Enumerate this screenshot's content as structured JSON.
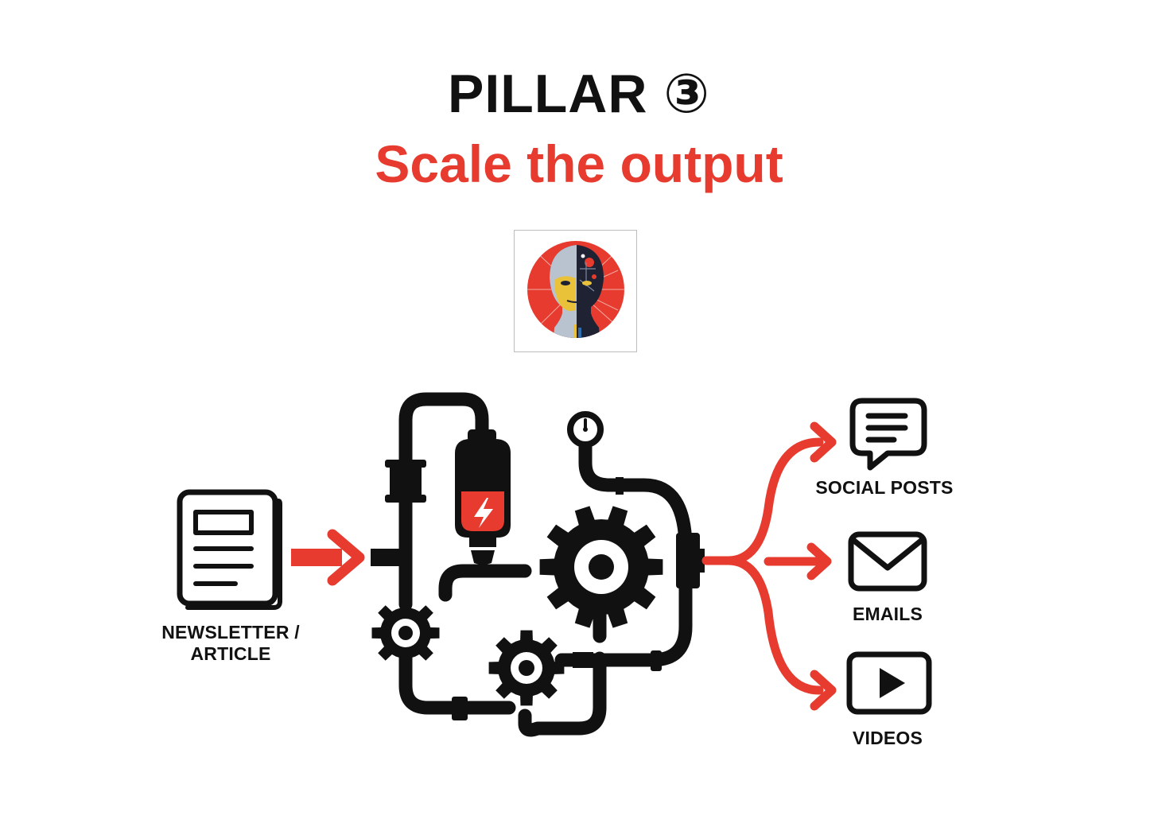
{
  "header": {
    "title": "PILLAR ③",
    "subtitle": "Scale the output"
  },
  "logo": {
    "icon": "ai-face-portrait-icon"
  },
  "input": {
    "label_line1": "NEWSLETTER /",
    "label_line2": "ARTICLE",
    "icon": "document-icon"
  },
  "machine": {
    "icon": "pipes-and-gears-machine-icon"
  },
  "outputs": [
    {
      "label": "SOCIAL POSTS",
      "icon": "chat-bubble-icon"
    },
    {
      "label": "EMAILS",
      "icon": "envelope-icon"
    },
    {
      "label": "VIDEOS",
      "icon": "video-play-icon"
    }
  ],
  "colors": {
    "accent": "#e63b2e",
    "ink": "#111111",
    "background": "#ffffff"
  }
}
